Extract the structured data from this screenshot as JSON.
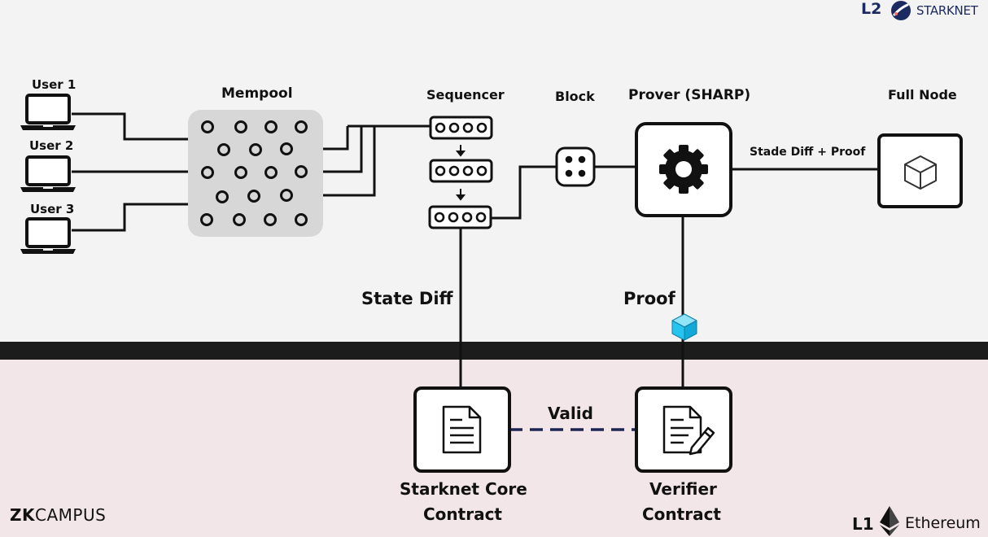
{
  "layers": {
    "l2": {
      "tag": "L2",
      "brand": "STARKNET"
    },
    "l1": {
      "tag": "L1",
      "brand": "Ethereum"
    }
  },
  "footer": {
    "logo_zk": "ZK",
    "logo_campus": "CAMPUS"
  },
  "users": [
    "User 1",
    "User 2",
    "User 3"
  ],
  "labels": {
    "mempool": "Mempool",
    "sequencer": "Sequencer",
    "block": "Block",
    "prover": "Prover (SHARP)",
    "full_node": "Full Node",
    "stade_diff_proof": "Stade Diff + Proof",
    "state_diff": "State Diff",
    "proof": "Proof",
    "valid": "Valid",
    "core_contract": [
      "Starknet Core",
      "Contract"
    ],
    "verifier_contract": [
      "Verifier",
      "Contract"
    ]
  },
  "colors": {
    "l2_background": "#f3f3f3",
    "l1_background": "#f2e6e8",
    "band": "#1c1c1c",
    "ink": "#111111",
    "mempool_box": "#d7d7d7",
    "proof_cube": "#27c4f0",
    "valid_dash": "#1c2452",
    "starknet_logo": "#1b2a60"
  },
  "icons": [
    "laptop-icon",
    "gear-icon",
    "cube-icon",
    "document-icon",
    "document-pen-icon",
    "starknet-logo-icon",
    "ethereum-icon"
  ]
}
